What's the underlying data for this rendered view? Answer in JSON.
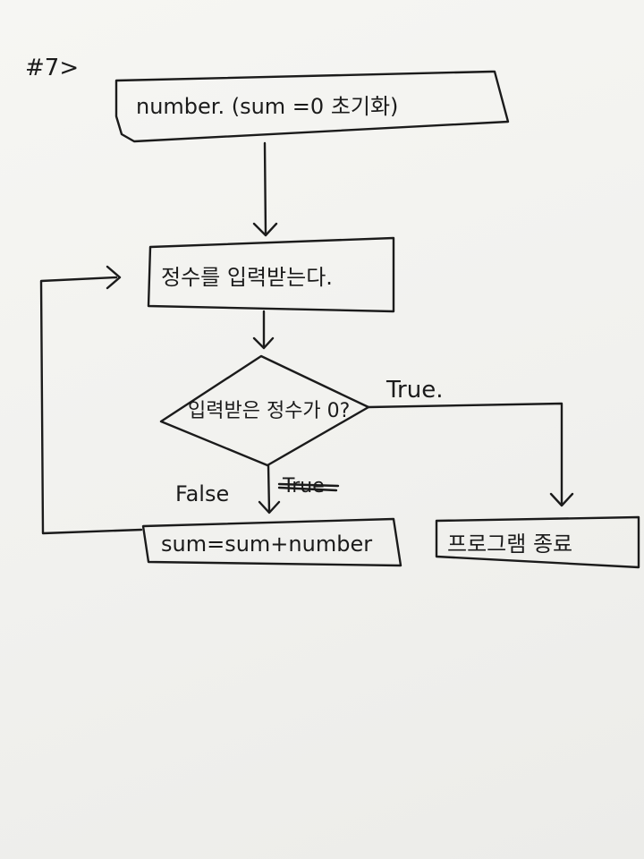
{
  "diagram": {
    "problem_label": "#7>",
    "nodes": {
      "init": "number. (sum =0 초기화)",
      "input": "정수를 입력받는다.",
      "decision": "입력받은 정수가 0?",
      "add": "sum=sum+number",
      "end": "프로그램 종료"
    },
    "edges": {
      "true_label": "True.",
      "false_label": "False",
      "struck_label": "True"
    }
  }
}
